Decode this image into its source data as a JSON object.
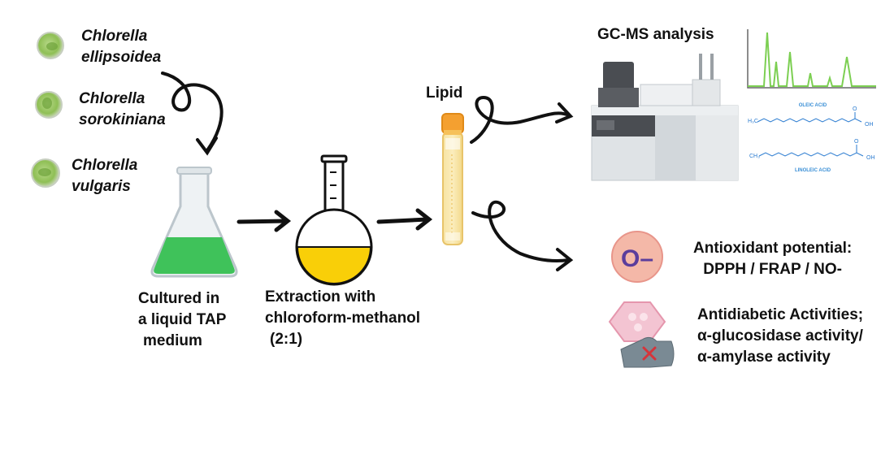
{
  "species": [
    {
      "line1": "Chlorella",
      "line2": "ellipsoidea"
    },
    {
      "line1": "Chlorella",
      "line2": "sorokiniana"
    },
    {
      "line1": "Chlorella",
      "line2": "vulgaris"
    }
  ],
  "steps": {
    "culture": {
      "line1": "Cultured in",
      "line2": "a liquid TAP",
      "line3": "medium"
    },
    "extraction": {
      "line1": "Extraction with",
      "line2": "chloroform-methanol",
      "line3": "(2:1)"
    },
    "lipid": "Lipid",
    "gcms": "GC-MS analysis"
  },
  "chemicals": {
    "oleic": "OLEIC ACID",
    "linoleic": "LINOLEIC ACID",
    "h3c": "H₃C",
    "ch3": "CH₃",
    "oh": "OH",
    "o": "O"
  },
  "assays": {
    "antioxidant": {
      "symbol": "O–",
      "line1": "Antioxidant potential:",
      "line2": "DPPH / FRAP / NO-"
    },
    "antidiabetic": {
      "line1": "Antidiabetic Activities;",
      "line2": "α-glucosidase activity/",
      "line3": "α-amylase activity"
    }
  },
  "colors": {
    "medium_green": "#3fc25a",
    "lipid_yellow": "#f9cf08",
    "cap_orange": "#f4a030",
    "chromatogram": "#7ccf52",
    "antioxidant_fill": "#f4b8a8",
    "antioxidant_text": "#5b3d9c",
    "enzyme_fill": "#f3c4d2"
  },
  "icons": [
    "algae-cell-icon",
    "erlenmeyer-flask-icon",
    "round-bottom-flask-icon",
    "test-tube-icon",
    "gcms-instrument-icon",
    "chromatogram-icon",
    "antioxidant-icon",
    "enzyme-inhibition-icon"
  ]
}
